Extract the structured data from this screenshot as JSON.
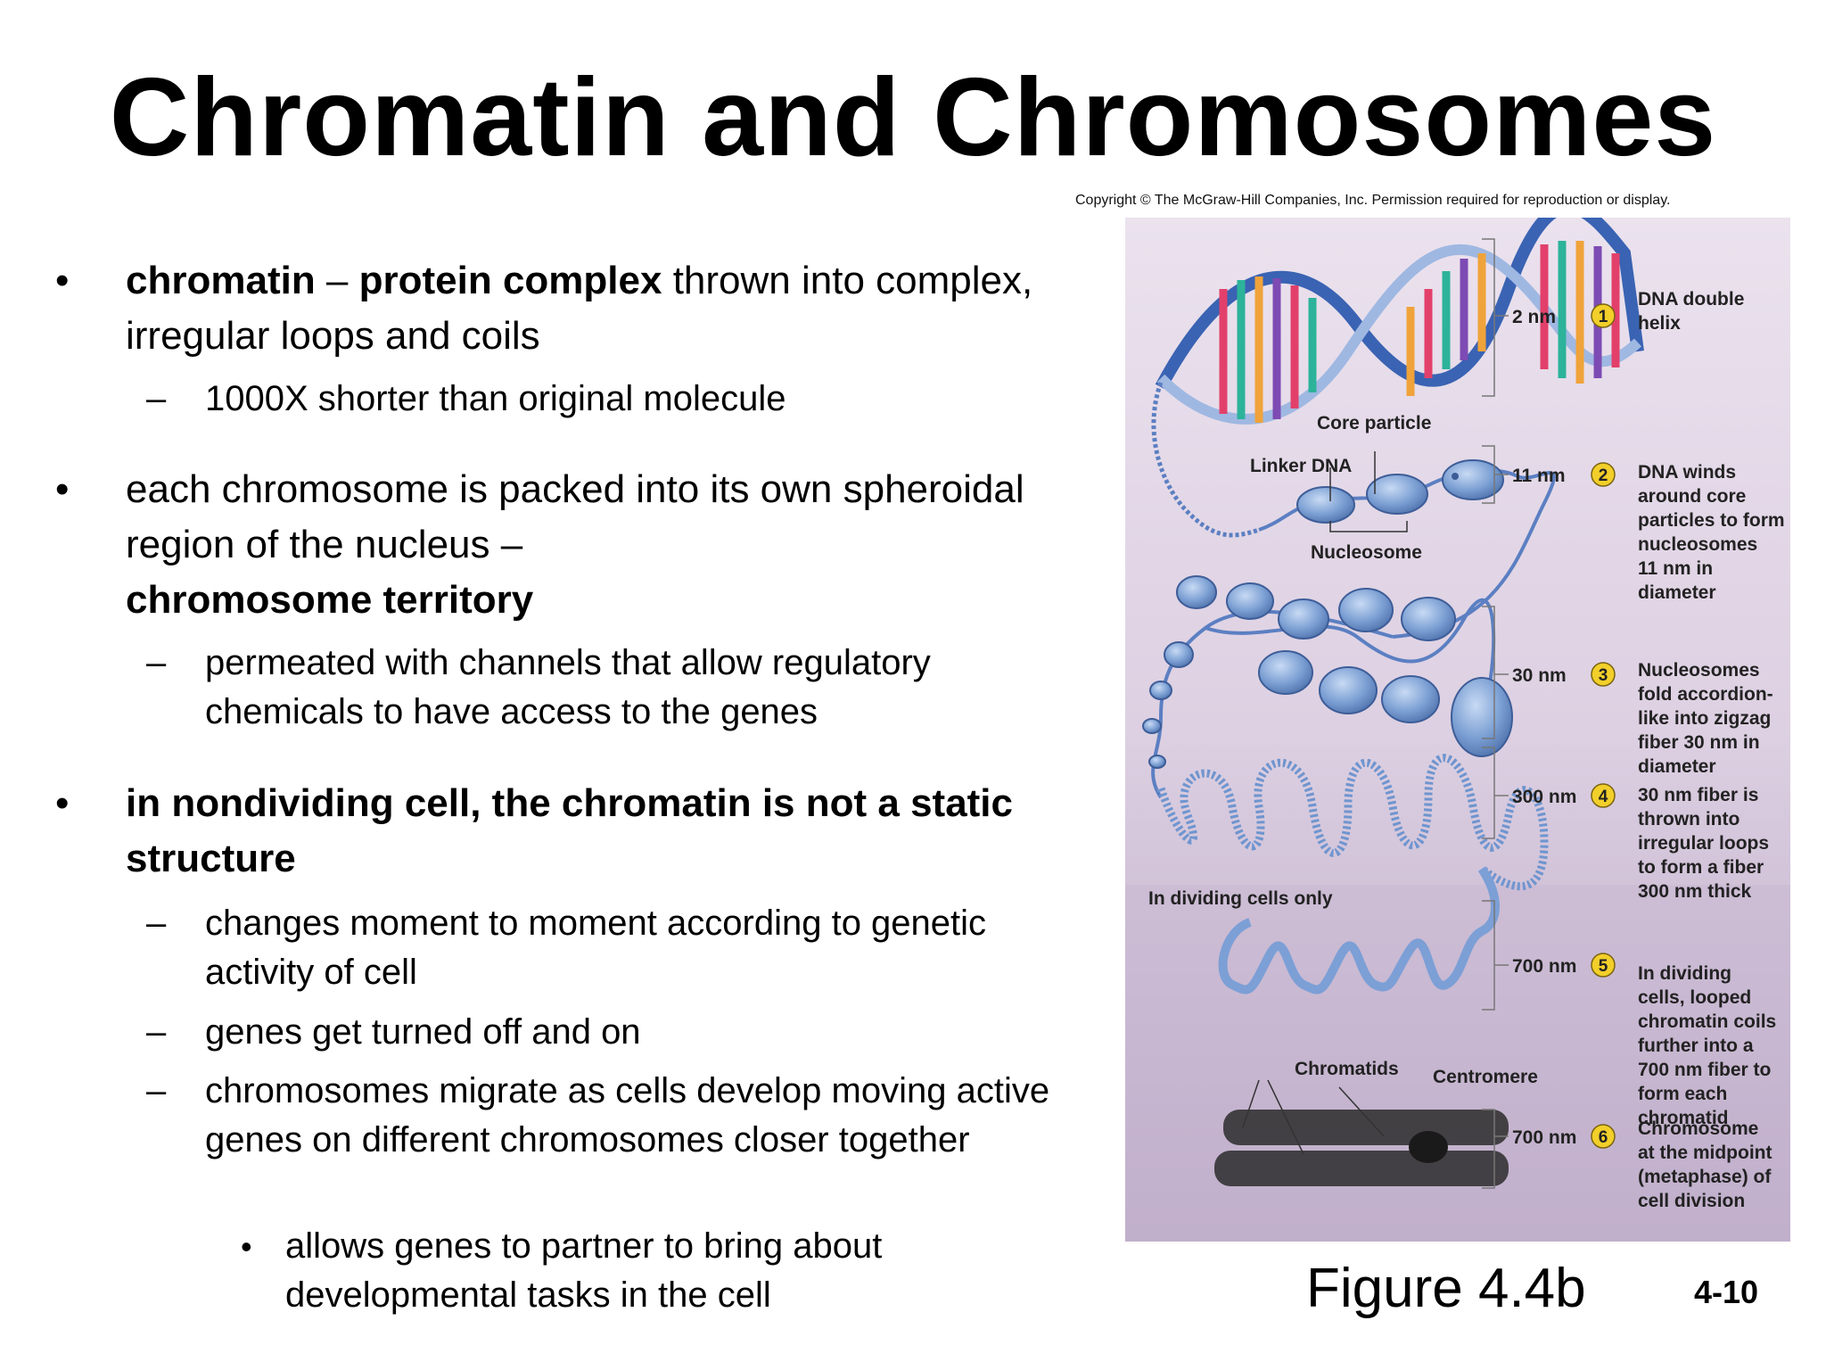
{
  "slide": {
    "title": "Chromatin and Chromosomes",
    "copyright": "Copyright © The McGraw-Hill Companies, Inc. Permission required for reproduction or display.",
    "figure_label": "Figure 4.4b",
    "page_number": "4-10"
  },
  "bullets": {
    "b1_bold1": "chromatin",
    "b1_dash": " – ",
    "b1_bold2": "protein complex",
    "b1_rest": " thrown into complex, irregular loops and coils",
    "b1_sub1": "1000X shorter than original molecule",
    "b2_text": "each chromosome is packed into its own spheroidal region of the nucleus –",
    "b2_bold": "chromosome territory",
    "b2_sub1": "permeated with channels that allow regulatory chemicals to have access to the genes",
    "b3_bold": "in nondividing cell,  the chromatin is not a static structure",
    "b3_sub1": "changes moment to moment according to genetic activity of cell",
    "b3_sub2": "genes get turned off and on",
    "b3_sub3": "chromosomes migrate as cells develop moving active genes on different chromosomes closer together",
    "b3_sub3_sub1": "allows genes to partner to bring about developmental tasks in the cell"
  },
  "markers": {
    "bullet": "•",
    "dash": "–"
  },
  "figure": {
    "callouts": {
      "core_particle": "Core particle",
      "linker_dna": "Linker DNA",
      "nucleosome": "Nucleosome",
      "dividing_only": "In dividing cells only",
      "chromatids": "Chromatids",
      "centromere": "Centromere"
    },
    "levels": [
      {
        "size": "2 nm",
        "num": "1",
        "desc": [
          "DNA double",
          "helix"
        ]
      },
      {
        "size": "11 nm",
        "num": "2",
        "desc": [
          "DNA winds",
          "around core",
          "particles to form",
          "nucleosomes",
          "11 nm in",
          "diameter"
        ]
      },
      {
        "size": "30 nm",
        "num": "3",
        "desc": [
          "Nucleosomes",
          "fold accordion-",
          "like into zigzag",
          "fiber 30 nm in",
          "diameter"
        ]
      },
      {
        "size": "300 nm",
        "num": "4",
        "desc": [
          "30 nm fiber is",
          "thrown into",
          "irregular loops",
          "to form a fiber",
          "300 nm thick"
        ]
      },
      {
        "size": "700 nm",
        "num": "5",
        "desc": [
          "In dividing",
          "cells, looped",
          "chromatin coils",
          "further into a",
          "700 nm fiber to",
          "form each",
          "chromatid"
        ]
      },
      {
        "size": "700 nm",
        "num": "6",
        "desc": [
          "Chromosome",
          "at the midpoint",
          "(metaphase) of",
          "cell division"
        ]
      }
    ],
    "colors": {
      "panel_top": "#e6dcea",
      "panel_bottom": "#b39fc0",
      "nucleosome": "#6f95cf",
      "badge": "#f2cf2a"
    }
  }
}
